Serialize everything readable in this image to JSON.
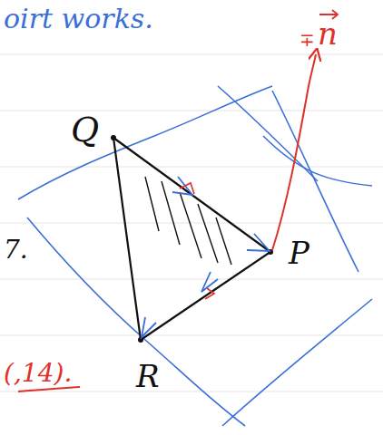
{
  "diagram": {
    "labels": [
      "oirt works.",
      "∓",
      "n",
      "Q",
      "P",
      "R",
      "7.",
      "(,14)."
    ]
  }
}
